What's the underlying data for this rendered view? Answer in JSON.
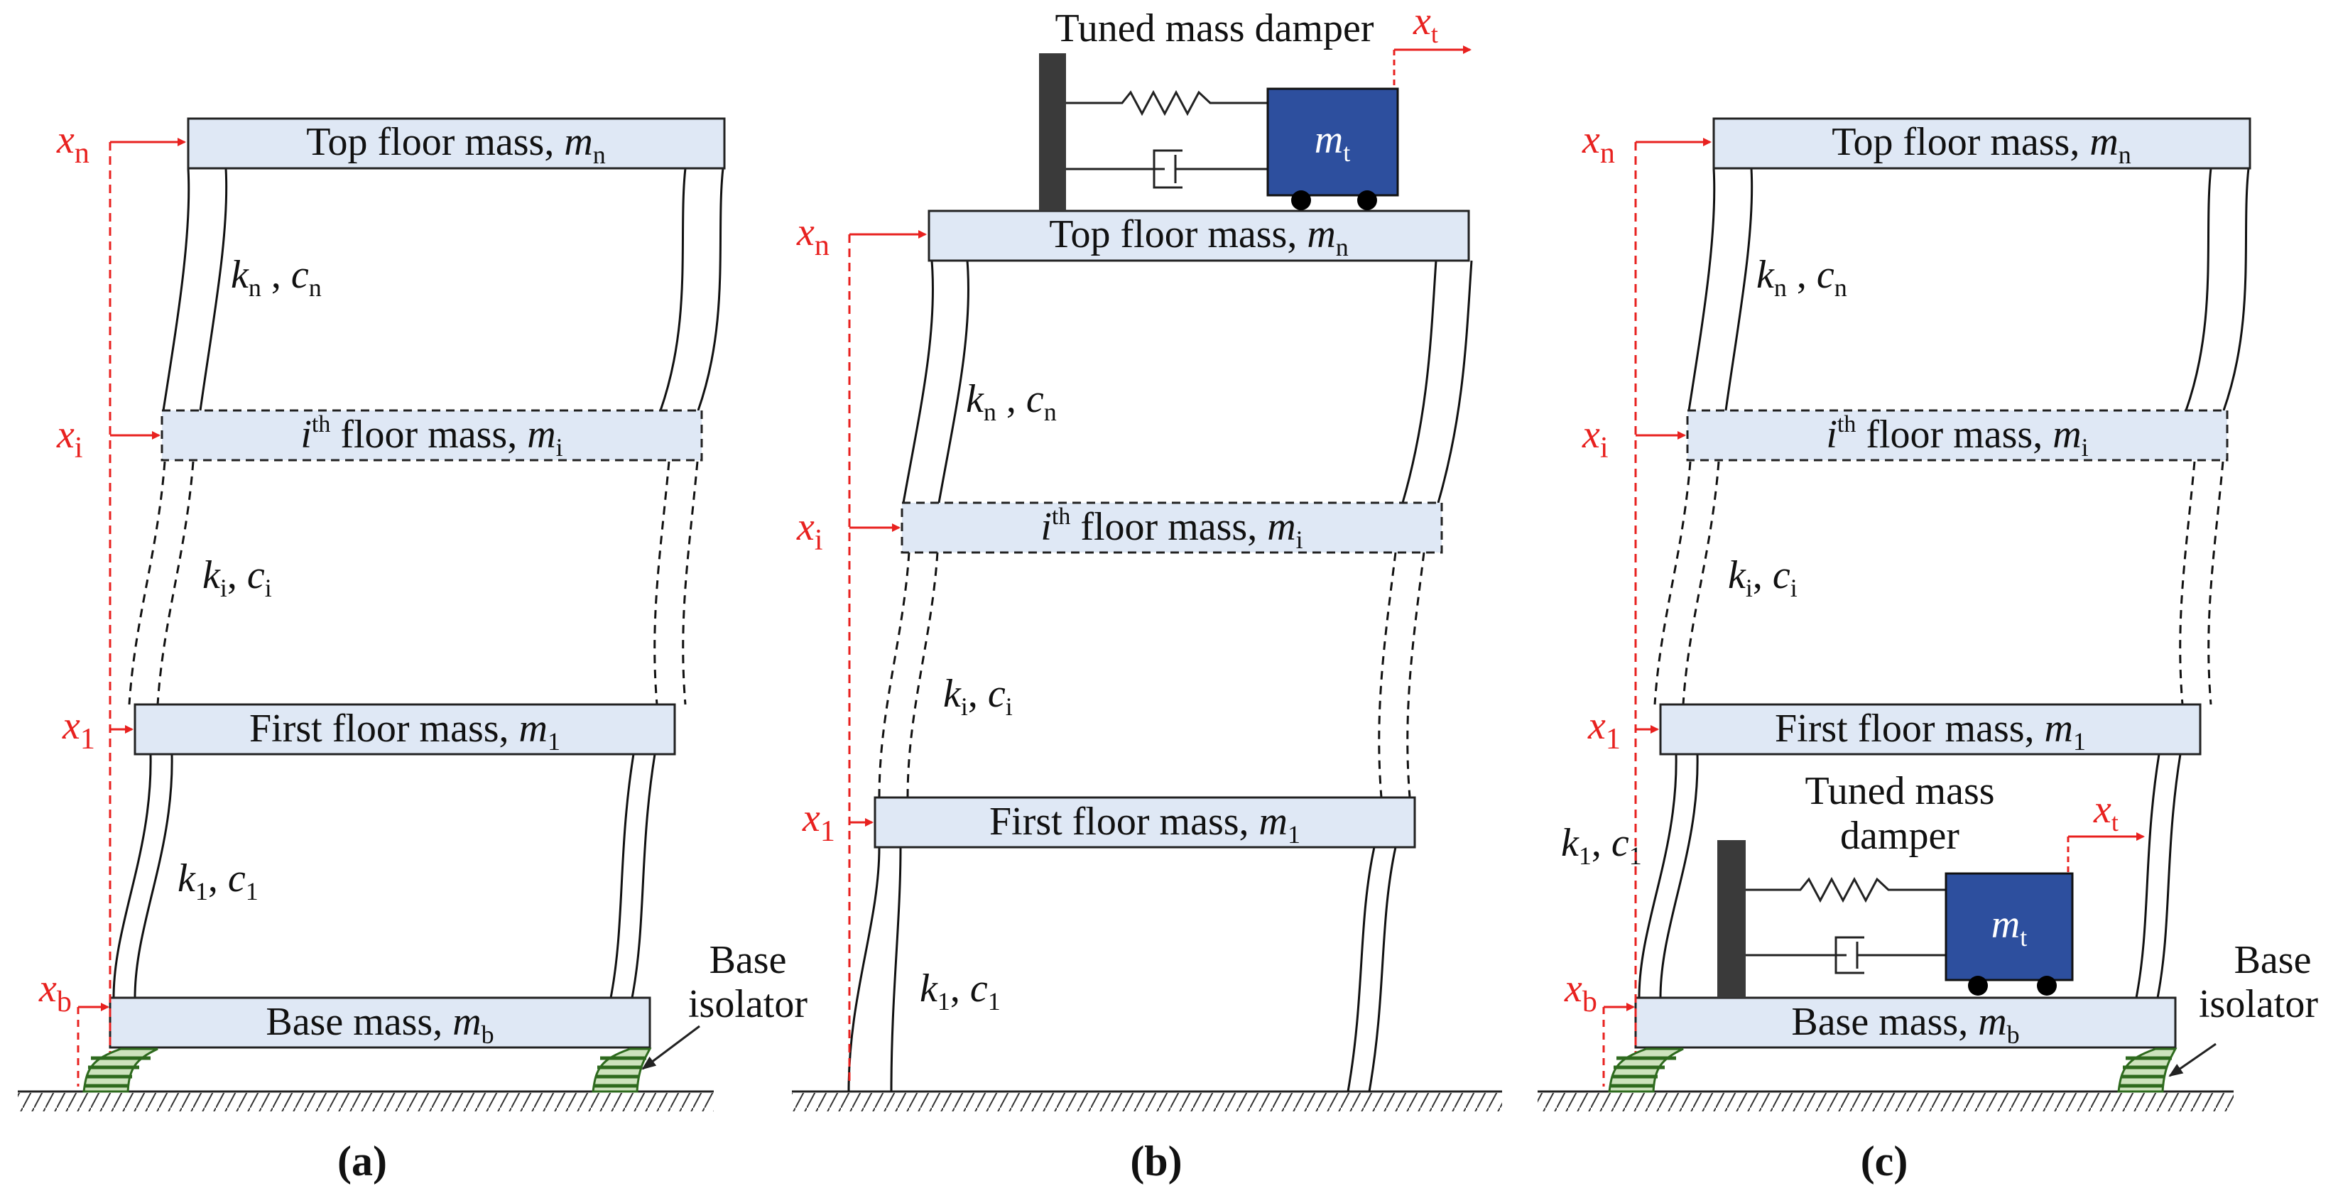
{
  "colors": {
    "floor_fill": "#dfe8f5",
    "displacement_red": "#e8211f",
    "tmd_mass_fill": "#2d4f9e",
    "isolator_green": "#2e6a1e",
    "damper_post": "#3a3a3a"
  },
  "panels": {
    "a": {
      "caption": "(a)",
      "top_floor": {
        "text": "Top floor mass, ",
        "sym": "m",
        "sub": "n"
      },
      "ith_floor": {
        "pre": "i",
        "sup": "th",
        "text": " floor mass, ",
        "sym": "m",
        "sub": "i"
      },
      "first_floor": {
        "text": "First floor mass, ",
        "sym": "m",
        "sub": "1"
      },
      "base_floor": {
        "text": "Base mass, ",
        "sym": "m",
        "sub": "b"
      },
      "stiff_top": {
        "k": "k",
        "ks": "n",
        "c": "c",
        "cs": "n"
      },
      "stiff_mid": {
        "k": "k",
        "ks": "i",
        "c": "c",
        "cs": "i"
      },
      "stiff_low": {
        "k": "k",
        "ks": "1",
        "c": "c",
        "cs": "1"
      },
      "disp_top": {
        "sym": "x",
        "sub": "n"
      },
      "disp_mid": {
        "sym": "x",
        "sub": "i"
      },
      "disp_first": {
        "sym": "x",
        "sub": "1"
      },
      "disp_base": {
        "sym": "x",
        "sub": "b"
      },
      "isolator_line1": "Base",
      "isolator_line2": "isolator"
    },
    "b": {
      "caption": "(b)",
      "tmd_title": "Tuned mass damper",
      "tmd_mass": {
        "sym": "m",
        "sub": "t"
      },
      "tmd_disp": {
        "sym": "x",
        "sub": "t"
      },
      "top_floor": {
        "text": "Top floor mass, ",
        "sym": "m",
        "sub": "n"
      },
      "ith_floor": {
        "pre": "i",
        "sup": "th",
        "text": " floor mass, ",
        "sym": "m",
        "sub": "i"
      },
      "first_floor": {
        "text": "First floor mass, ",
        "sym": "m",
        "sub": "1"
      },
      "stiff_top": {
        "k": "k",
        "ks": "n",
        "c": "c",
        "cs": "n"
      },
      "stiff_mid": {
        "k": "k",
        "ks": "i",
        "c": "c",
        "cs": "i"
      },
      "stiff_low": {
        "k": "k",
        "ks": "1",
        "c": "c",
        "cs": "1"
      },
      "disp_top": {
        "sym": "x",
        "sub": "n"
      },
      "disp_mid": {
        "sym": "x",
        "sub": "i"
      },
      "disp_first": {
        "sym": "x",
        "sub": "1"
      }
    },
    "c": {
      "caption": "(c)",
      "top_floor": {
        "text": "Top floor mass, ",
        "sym": "m",
        "sub": "n"
      },
      "ith_floor": {
        "pre": "i",
        "sup": "th",
        "text": " floor mass, ",
        "sym": "m",
        "sub": "i"
      },
      "first_floor": {
        "text": "First floor mass, ",
        "sym": "m",
        "sub": "1"
      },
      "base_floor": {
        "text": "Base mass, ",
        "sym": "m",
        "sub": "b"
      },
      "stiff_top": {
        "k": "k",
        "ks": "n",
        "c": "c",
        "cs": "n"
      },
      "stiff_mid": {
        "k": "k",
        "ks": "i",
        "c": "c",
        "cs": "i"
      },
      "stiff_low": {
        "k": "k",
        "ks": "1",
        "c": "c",
        "cs": "1"
      },
      "disp_top": {
        "sym": "x",
        "sub": "n"
      },
      "disp_mid": {
        "sym": "x",
        "sub": "i"
      },
      "disp_first": {
        "sym": "x",
        "sub": "1"
      },
      "disp_base": {
        "sym": "x",
        "sub": "b"
      },
      "tmd_title_line1": "Tuned mass",
      "tmd_title_line2": "damper",
      "tmd_mass": {
        "sym": "m",
        "sub": "t"
      },
      "tmd_disp": {
        "sym": "x",
        "sub": "t"
      },
      "isolator_line1": "Base",
      "isolator_line2": "isolator"
    }
  }
}
